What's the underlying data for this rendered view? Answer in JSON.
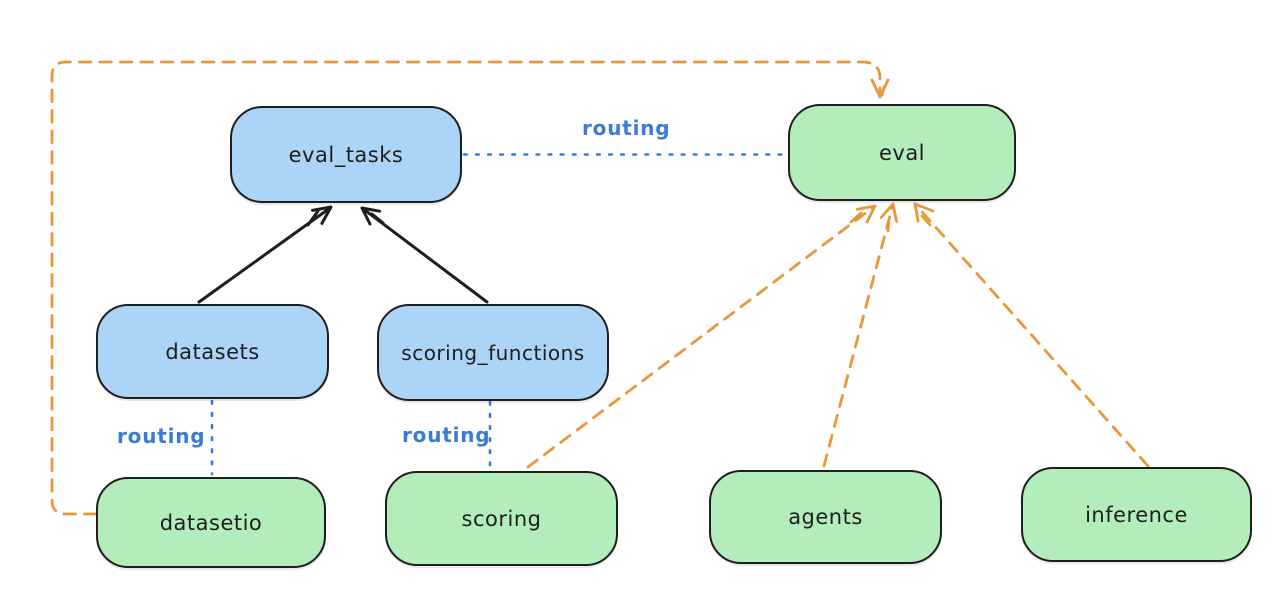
{
  "nodes": {
    "eval_tasks": {
      "label": "eval_tasks",
      "fill": "blue"
    },
    "eval": {
      "label": "eval",
      "fill": "green"
    },
    "datasets": {
      "label": "datasets",
      "fill": "blue"
    },
    "scoring_functions": {
      "label": "scoring_functions",
      "fill": "blue"
    },
    "datasetio": {
      "label": "datasetio",
      "fill": "green"
    },
    "scoring": {
      "label": "scoring",
      "fill": "green"
    },
    "agents": {
      "label": "agents",
      "fill": "green"
    },
    "inference": {
      "label": "inference",
      "fill": "green"
    }
  },
  "edge_labels": {
    "eval_tasks_to_eval": "routing",
    "datasets_to_datasetio": "routing",
    "scoring_functions_to_scoring": "routing"
  },
  "edges": [
    {
      "from": "datasets",
      "to": "eval_tasks",
      "style": "solid-black-arrow"
    },
    {
      "from": "scoring_functions",
      "to": "eval_tasks",
      "style": "solid-black-arrow"
    },
    {
      "from": "eval_tasks",
      "to": "eval",
      "style": "dotted-blue",
      "label": "routing"
    },
    {
      "from": "datasets",
      "to": "datasetio",
      "style": "dotted-blue",
      "label": "routing"
    },
    {
      "from": "scoring_functions",
      "to": "scoring",
      "style": "dotted-blue",
      "label": "routing"
    },
    {
      "from": "datasetio",
      "to": "eval",
      "style": "dashed-orange-arrow"
    },
    {
      "from": "scoring",
      "to": "eval",
      "style": "dashed-orange-arrow"
    },
    {
      "from": "agents",
      "to": "eval",
      "style": "dashed-orange-arrow"
    },
    {
      "from": "inference",
      "to": "eval",
      "style": "dashed-orange-arrow"
    }
  ],
  "colors": {
    "blue_node_fill": "#abd4f6",
    "green_node_fill": "#b4edbc",
    "node_stroke": "#1e1e1e",
    "routing_blue": "#3a7bd5",
    "dependency_orange": "#e8973a",
    "arrow_black": "#1e1e1e",
    "background": "#ffffff"
  }
}
